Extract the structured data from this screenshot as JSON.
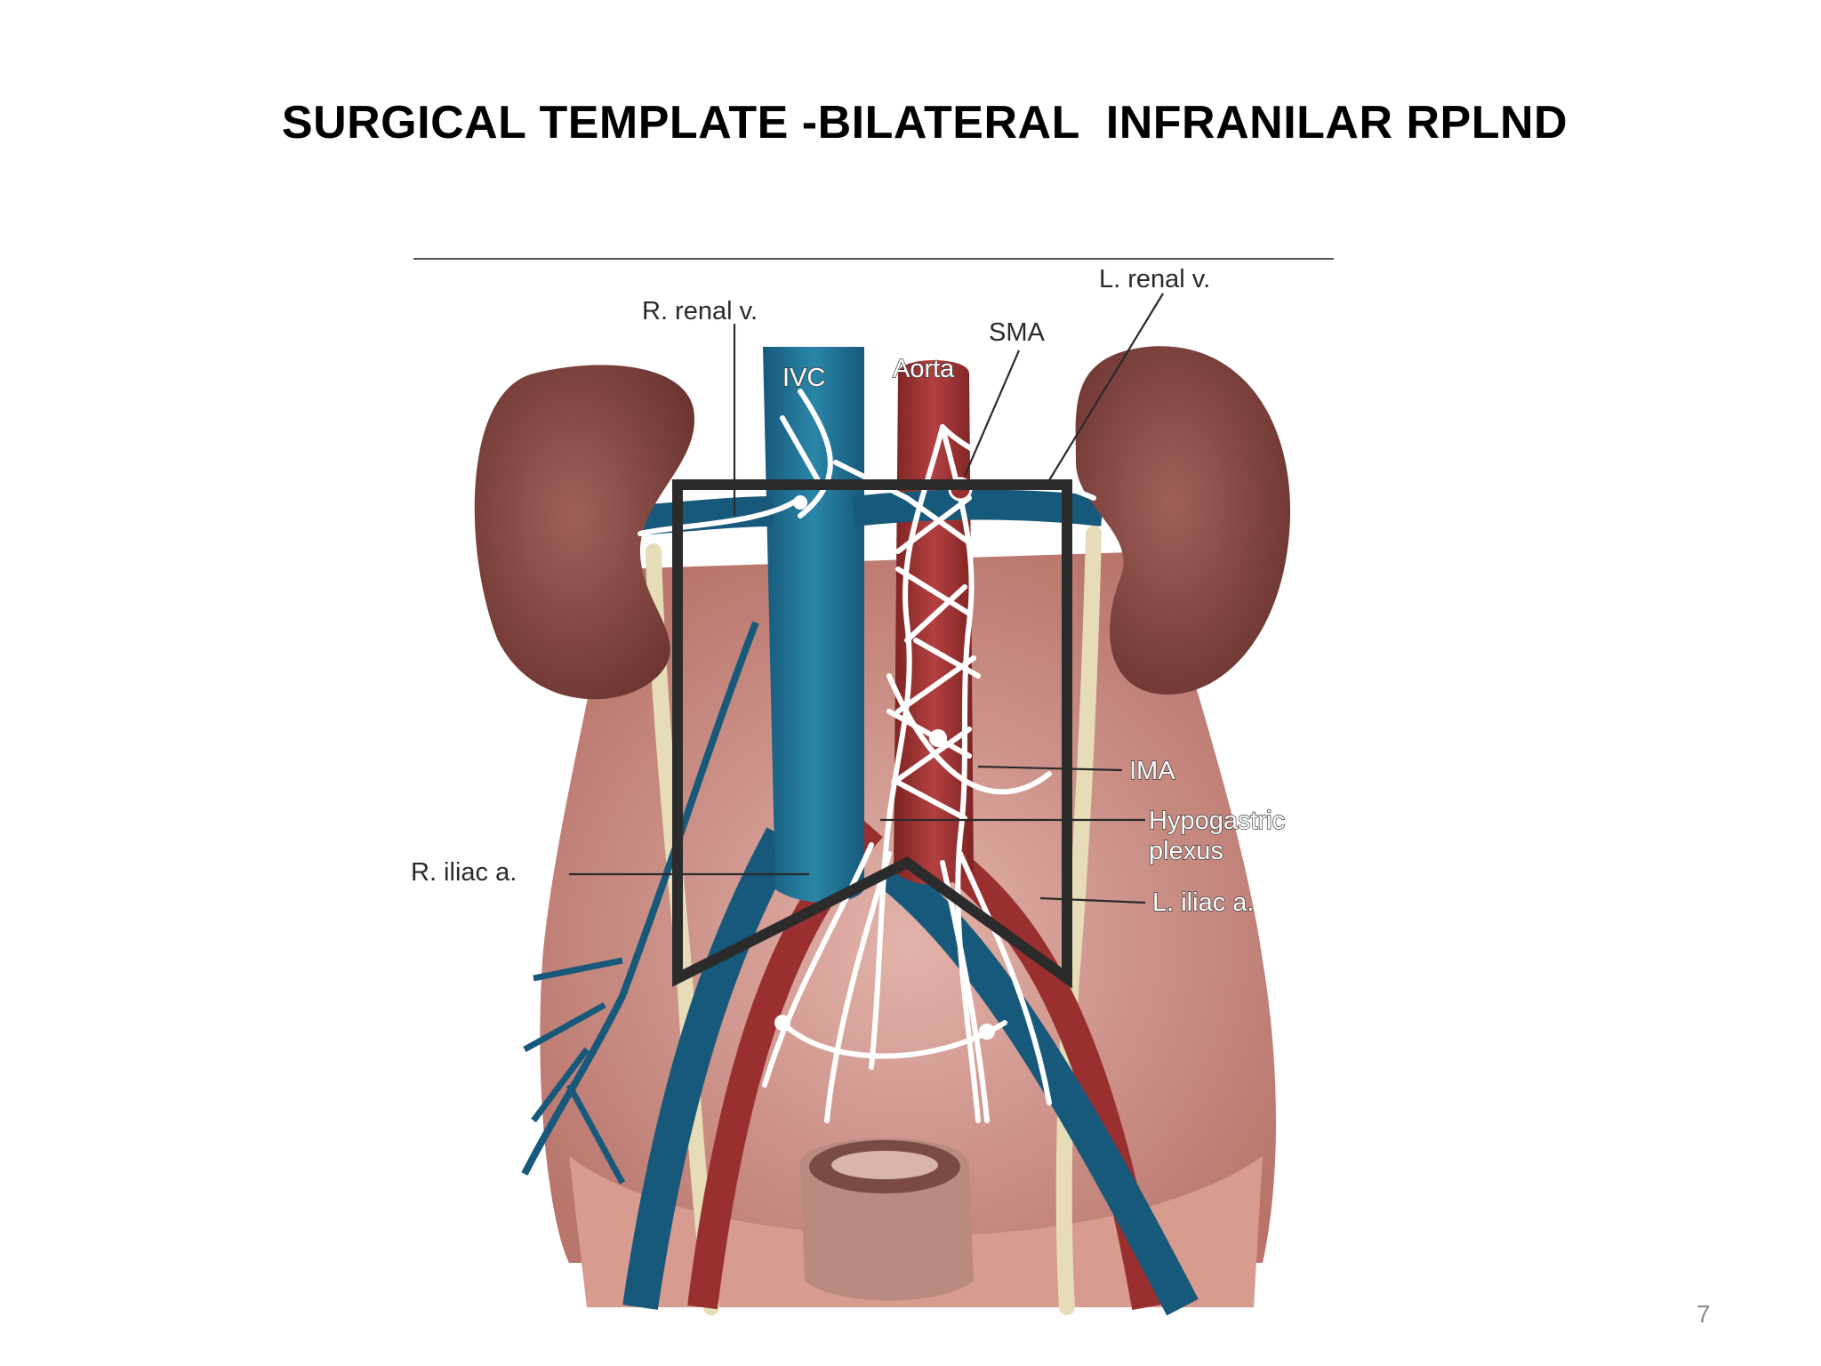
{
  "slide": {
    "title": "SURGICAL TEMPLATE -BILATERAL  INFRANILAR RPLND",
    "page_number": "7"
  },
  "figure": {
    "labels": {
      "l_renal_v": "L. renal v.",
      "r_renal_v": "R. renal v.",
      "sma": "SMA",
      "ivc": "IVC",
      "aorta": "Aorta",
      "ima": "IMA",
      "hypogastric_1": "Hypogastric",
      "hypogastric_2": "plexus",
      "r_iliac_a": "R. iliac a.",
      "l_iliac_a": "L. iliac a."
    },
    "colors": {
      "kidney": "#8a4a43",
      "ivc": "#1f6d8c",
      "aorta": "#9a2f2f",
      "nerves": "#ffffff",
      "ureter": "#e6ddb8",
      "background_tissue": "#c98a82",
      "template_outline": "#2b2b2b"
    }
  }
}
